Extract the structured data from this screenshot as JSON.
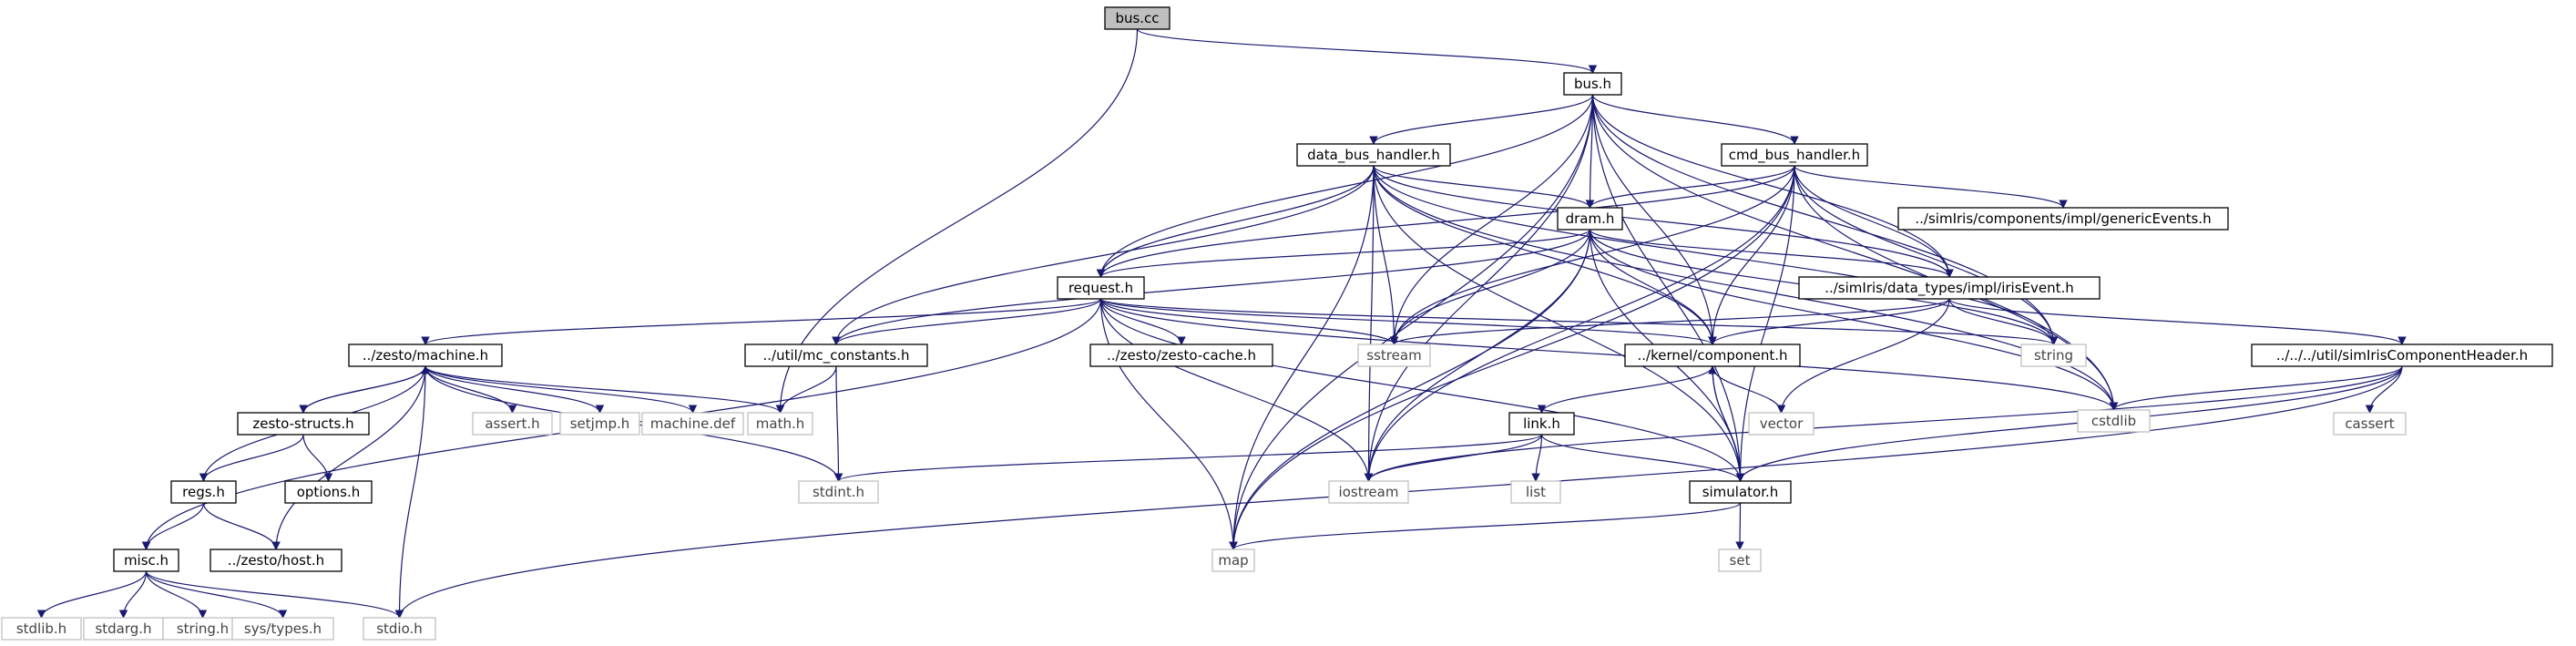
{
  "diagram": {
    "type": "include-dependency-graph",
    "colors": {
      "edge": "#191970",
      "root_fill": "#bfbfbf",
      "node_fill": "#ffffff",
      "node_border": "#000000",
      "external_border": "#bfbfbf",
      "external_text": "#444444"
    },
    "nodes": [
      {
        "id": "bus_cc",
        "label": "bus.cc",
        "kind": "root"
      },
      {
        "id": "bus_h",
        "label": "bus.h",
        "kind": "doc"
      },
      {
        "id": "data_bus_handler_h",
        "label": "data_bus_handler.h",
        "kind": "doc"
      },
      {
        "id": "cmd_bus_handler_h",
        "label": "cmd_bus_handler.h",
        "kind": "doc"
      },
      {
        "id": "generic_events_h",
        "label": "../simIris/components/impl/genericEvents.h",
        "kind": "doc"
      },
      {
        "id": "dram_h",
        "label": "dram.h",
        "kind": "doc"
      },
      {
        "id": "request_h",
        "label": "request.h",
        "kind": "doc"
      },
      {
        "id": "iris_event_h",
        "label": "../simIris/data_types/impl/irisEvent.h",
        "kind": "doc"
      },
      {
        "id": "zesto_machine_h",
        "label": "../zesto/machine.h",
        "kind": "doc"
      },
      {
        "id": "mc_constants_h",
        "label": "../util/mc_constants.h",
        "kind": "doc"
      },
      {
        "id": "zesto_cache_h",
        "label": "../zesto/zesto-cache.h",
        "kind": "doc"
      },
      {
        "id": "sstream",
        "label": "sstream",
        "kind": "ext"
      },
      {
        "id": "component_h",
        "label": "../kernel/component.h",
        "kind": "doc"
      },
      {
        "id": "string",
        "label": "string",
        "kind": "ext"
      },
      {
        "id": "cstdlib",
        "label": "cstdlib",
        "kind": "ext"
      },
      {
        "id": "sim_iris_comp_header_h",
        "label": "../../../util/simIrisComponentHeader.h",
        "kind": "doc"
      },
      {
        "id": "zesto_structs_h",
        "label": "zesto-structs.h",
        "kind": "doc"
      },
      {
        "id": "assert_h",
        "label": "assert.h",
        "kind": "ext"
      },
      {
        "id": "setjmp_h",
        "label": "setjmp.h",
        "kind": "ext"
      },
      {
        "id": "machine_def",
        "label": "machine.def",
        "kind": "ext"
      },
      {
        "id": "math_h",
        "label": "math.h",
        "kind": "ext"
      },
      {
        "id": "regs_h",
        "label": "regs.h",
        "kind": "doc"
      },
      {
        "id": "options_h",
        "label": "options.h",
        "kind": "doc"
      },
      {
        "id": "link_h",
        "label": "link.h",
        "kind": "doc"
      },
      {
        "id": "vector",
        "label": "vector",
        "kind": "ext"
      },
      {
        "id": "cassert",
        "label": "cassert",
        "kind": "ext"
      },
      {
        "id": "stdint_h",
        "label": "stdint.h",
        "kind": "ext"
      },
      {
        "id": "list",
        "label": "list",
        "kind": "ext"
      },
      {
        "id": "iostream",
        "label": "iostream",
        "kind": "ext"
      },
      {
        "id": "simulator_h",
        "label": "simulator.h",
        "kind": "doc"
      },
      {
        "id": "misc_h",
        "label": "misc.h",
        "kind": "doc"
      },
      {
        "id": "zesto_host_h",
        "label": "../zesto/host.h",
        "kind": "doc"
      },
      {
        "id": "map",
        "label": "map",
        "kind": "ext"
      },
      {
        "id": "set",
        "label": "set",
        "kind": "ext"
      },
      {
        "id": "stdlib_h",
        "label": "stdlib.h",
        "kind": "ext"
      },
      {
        "id": "stdarg_h",
        "label": "stdarg.h",
        "kind": "ext"
      },
      {
        "id": "string_h",
        "label": "string.h",
        "kind": "ext"
      },
      {
        "id": "sys_types_h",
        "label": "sys/types.h",
        "kind": "ext"
      },
      {
        "id": "stdio_h",
        "label": "stdio.h",
        "kind": "ext"
      }
    ],
    "edges": [
      [
        "bus_cc",
        "bus_h"
      ],
      [
        "bus_cc",
        "math_h"
      ],
      [
        "bus_h",
        "data_bus_handler_h"
      ],
      [
        "bus_h",
        "cmd_bus_handler_h"
      ],
      [
        "bus_h",
        "dram_h"
      ],
      [
        "bus_h",
        "request_h"
      ],
      [
        "bus_h",
        "sstream"
      ],
      [
        "bus_h",
        "iostream"
      ],
      [
        "bus_h",
        "map"
      ],
      [
        "bus_h",
        "iris_event_h"
      ],
      [
        "bus_h",
        "component_h"
      ],
      [
        "bus_h",
        "string"
      ],
      [
        "bus_h",
        "cstdlib"
      ],
      [
        "bus_h",
        "simulator_h"
      ],
      [
        "data_bus_handler_h",
        "dram_h"
      ],
      [
        "data_bus_handler_h",
        "request_h"
      ],
      [
        "data_bus_handler_h",
        "iris_event_h"
      ],
      [
        "data_bus_handler_h",
        "component_h"
      ],
      [
        "data_bus_handler_h",
        "mc_constants_h"
      ],
      [
        "data_bus_handler_h",
        "sstream"
      ],
      [
        "data_bus_handler_h",
        "string"
      ],
      [
        "data_bus_handler_h",
        "cstdlib"
      ],
      [
        "data_bus_handler_h",
        "simulator_h"
      ],
      [
        "data_bus_handler_h",
        "map"
      ],
      [
        "data_bus_handler_h",
        "iostream"
      ],
      [
        "cmd_bus_handler_h",
        "generic_events_h"
      ],
      [
        "cmd_bus_handler_h",
        "dram_h"
      ],
      [
        "cmd_bus_handler_h",
        "request_h"
      ],
      [
        "cmd_bus_handler_h",
        "iris_event_h"
      ],
      [
        "cmd_bus_handler_h",
        "component_h"
      ],
      [
        "cmd_bus_handler_h",
        "sstream"
      ],
      [
        "cmd_bus_handler_h",
        "string"
      ],
      [
        "cmd_bus_handler_h",
        "cstdlib"
      ],
      [
        "cmd_bus_handler_h",
        "simulator_h"
      ],
      [
        "cmd_bus_handler_h",
        "iostream"
      ],
      [
        "cmd_bus_handler_h",
        "map"
      ],
      [
        "dram_h",
        "request_h"
      ],
      [
        "dram_h",
        "iris_event_h"
      ],
      [
        "dram_h",
        "component_h"
      ],
      [
        "dram_h",
        "mc_constants_h"
      ],
      [
        "dram_h",
        "sstream"
      ],
      [
        "dram_h",
        "string"
      ],
      [
        "dram_h",
        "cstdlib"
      ],
      [
        "dram_h",
        "simulator_h"
      ],
      [
        "dram_h",
        "iostream"
      ],
      [
        "dram_h",
        "map"
      ],
      [
        "request_h",
        "zesto_machine_h"
      ],
      [
        "request_h",
        "mc_constants_h"
      ],
      [
        "request_h",
        "zesto_cache_h"
      ],
      [
        "request_h",
        "sstream"
      ],
      [
        "request_h",
        "component_h"
      ],
      [
        "request_h",
        "string"
      ],
      [
        "request_h",
        "cstdlib"
      ],
      [
        "request_h",
        "simulator_h"
      ],
      [
        "request_h",
        "iostream"
      ],
      [
        "request_h",
        "map"
      ],
      [
        "request_h",
        "misc_h"
      ],
      [
        "iris_event_h",
        "sim_iris_comp_header_h"
      ],
      [
        "iris_event_h",
        "component_h"
      ],
      [
        "iris_event_h",
        "sstream"
      ],
      [
        "iris_event_h",
        "string"
      ],
      [
        "iris_event_h",
        "vector"
      ],
      [
        "zesto_machine_h",
        "zesto_structs_h"
      ],
      [
        "zesto_machine_h",
        "assert_h"
      ],
      [
        "zesto_machine_h",
        "setjmp_h"
      ],
      [
        "zesto_machine_h",
        "machine_def"
      ],
      [
        "zesto_machine_h",
        "math_h"
      ],
      [
        "zesto_machine_h",
        "stdint_h"
      ],
      [
        "zesto_machine_h",
        "stdio_h"
      ],
      [
        "zesto_machine_h",
        "zesto_host_h"
      ],
      [
        "zesto_structs_h",
        "zesto_machine_h"
      ],
      [
        "zesto_structs_h",
        "regs_h"
      ],
      [
        "zesto_structs_h",
        "options_h"
      ],
      [
        "regs_h",
        "zesto_machine_h"
      ],
      [
        "regs_h",
        "misc_h"
      ],
      [
        "regs_h",
        "zesto_host_h"
      ],
      [
        "mc_constants_h",
        "math_h"
      ],
      [
        "mc_constants_h",
        "stdint_h"
      ],
      [
        "component_h",
        "link_h"
      ],
      [
        "component_h",
        "simulator_h"
      ],
      [
        "component_h",
        "vector"
      ],
      [
        "sim_iris_comp_header_h",
        "cstdlib"
      ],
      [
        "sim_iris_comp_header_h",
        "cassert"
      ],
      [
        "sim_iris_comp_header_h",
        "simulator_h"
      ],
      [
        "sim_iris_comp_header_h",
        "iostream"
      ],
      [
        "sim_iris_comp_header_h",
        "stdio_h"
      ],
      [
        "link_h",
        "stdint_h"
      ],
      [
        "link_h",
        "list"
      ],
      [
        "link_h",
        "iostream"
      ],
      [
        "link_h",
        "simulator_h"
      ],
      [
        "simulator_h",
        "component_h"
      ],
      [
        "simulator_h",
        "map"
      ],
      [
        "simulator_h",
        "set"
      ],
      [
        "misc_h",
        "stdlib_h"
      ],
      [
        "misc_h",
        "stdarg_h"
      ],
      [
        "misc_h",
        "string_h"
      ],
      [
        "misc_h",
        "sys_types_h"
      ],
      [
        "misc_h",
        "stdio_h"
      ]
    ]
  }
}
